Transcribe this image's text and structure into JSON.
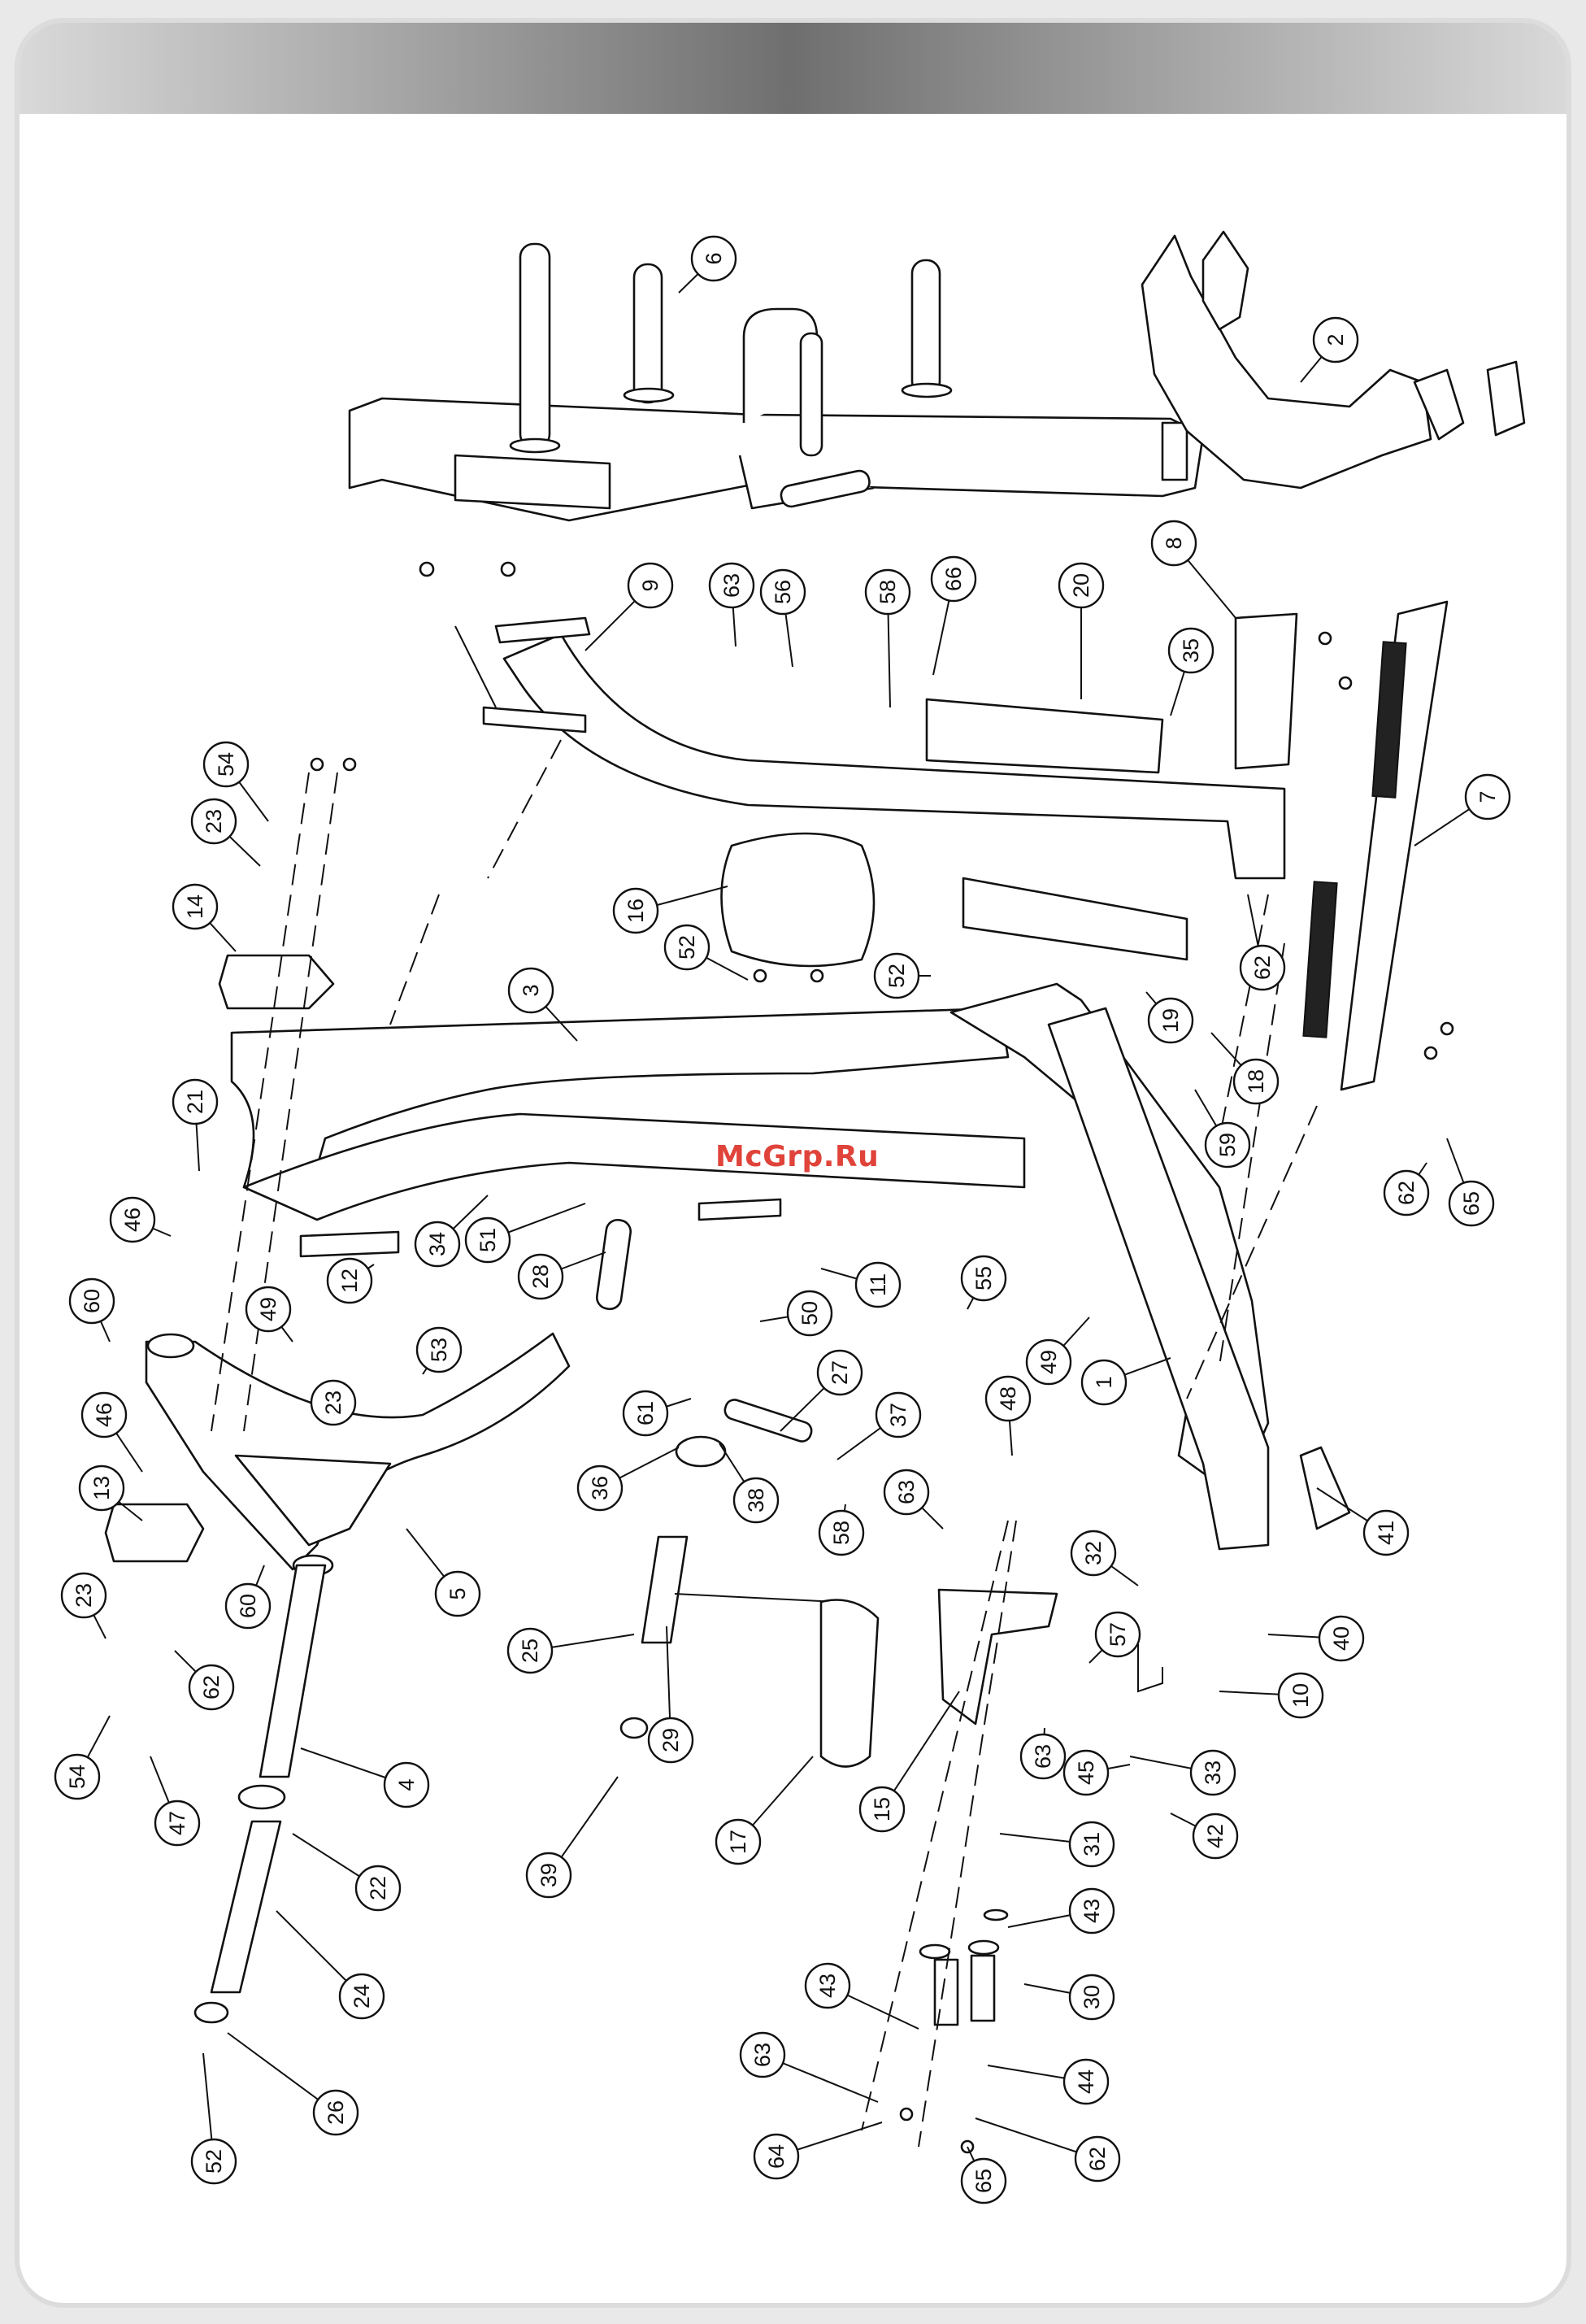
{
  "page": {
    "watermark": "McGrp.Ru"
  },
  "callouts": [
    "6",
    "2",
    "9",
    "63",
    "56",
    "58",
    "66",
    "20",
    "8",
    "35",
    "54",
    "23",
    "7",
    "14",
    "16",
    "52",
    "62",
    "52",
    "3",
    "19",
    "18",
    "21",
    "46",
    "34",
    "51",
    "28",
    "12",
    "59",
    "62",
    "65",
    "60",
    "49",
    "53",
    "11",
    "50",
    "55",
    "49",
    "1",
    "23",
    "61",
    "27",
    "37",
    "46",
    "13",
    "36",
    "38",
    "58",
    "60",
    "5",
    "63",
    "48",
    "41",
    "32",
    "40",
    "23",
    "25",
    "57",
    "10",
    "62",
    "54",
    "29",
    "15",
    "63",
    "45",
    "33",
    "47",
    "4",
    "39",
    "17",
    "42",
    "31",
    "22",
    "43",
    "30",
    "24",
    "43",
    "63",
    "44",
    "26",
    "64",
    "62",
    "52",
    "65"
  ],
  "colors": {
    "header_gradient_dark": "#6f6f6f",
    "header_gradient_light": "#d9d9d9",
    "watermark": "#e0433a",
    "line": "#111111"
  }
}
